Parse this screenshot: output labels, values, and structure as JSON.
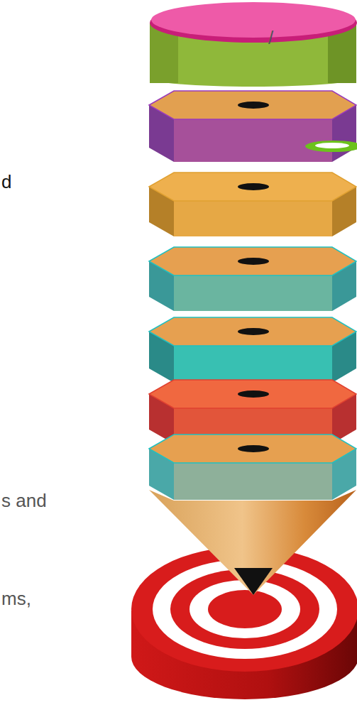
{
  "diagram": {
    "labels": [
      "/",
      "d",
      "s and",
      "ms,"
    ]
  }
}
